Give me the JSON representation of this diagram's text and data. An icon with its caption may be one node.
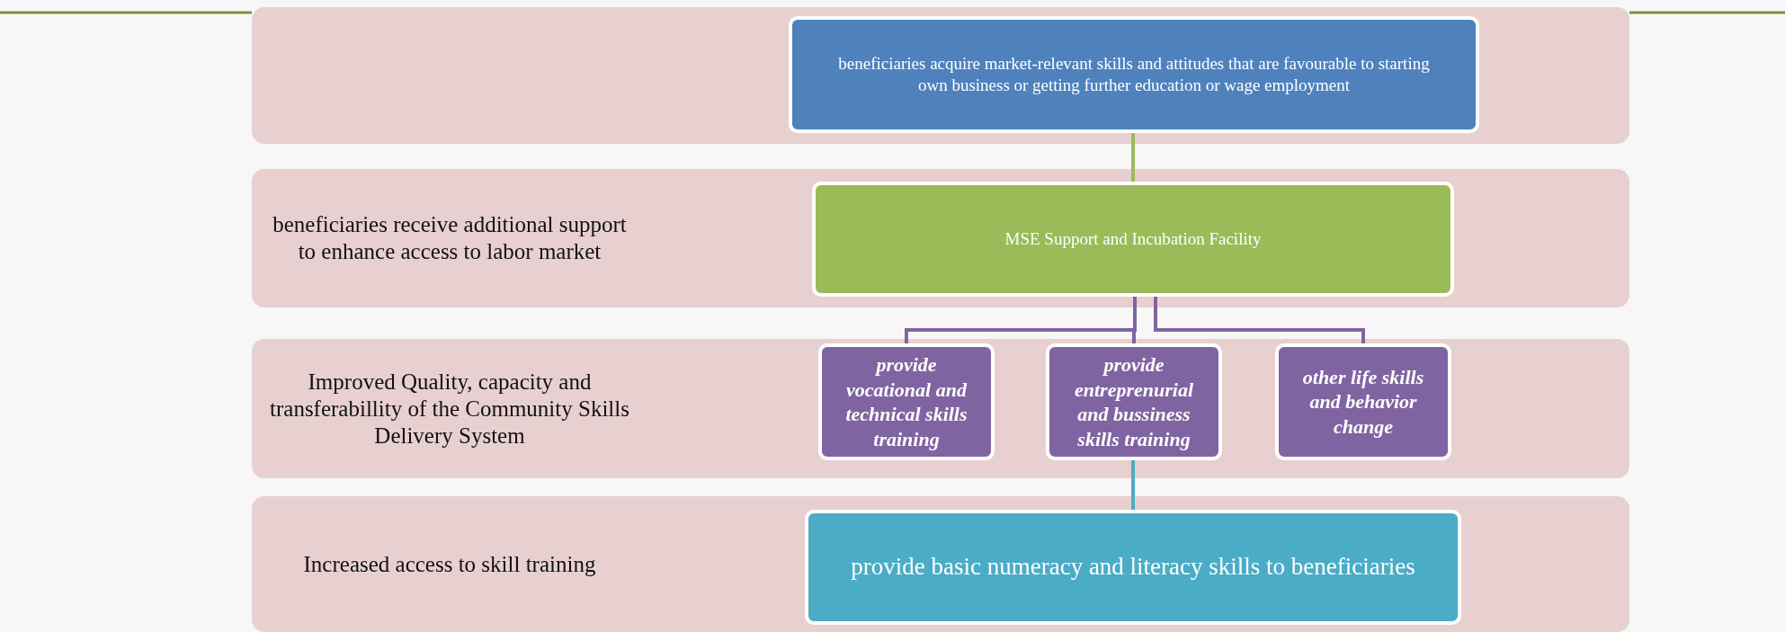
{
  "diagram": {
    "nodes": [
      {
        "text": [],
        "shape": "box"
      },
      {
        "text": [
          "beneficiaries acquire market-relevant skills and attitudes that are favourable to starting own business or getting further education or wage employment"
        ],
        "in": 0
      },
      {
        "text": [
          "beneficiaries receive additional support to enhance access to labor market"
        ]
      },
      {
        "text": [
          "MSE Support and Incubation Facility"
        ],
        "in": 2
      },
      {
        "text": [
          "Improved Quality, capacity and transferabillity of the Community Skills Delivery System"
        ]
      },
      {
        "text": [
          "provide vocational and technical skills training"
        ],
        "in": 4
      },
      {
        "text": [
          "provide entreprenurial and bussiness skills training"
        ],
        "in": 4
      },
      {
        "text": [
          "other life skills and behavior change"
        ],
        "in": 4
      },
      {
        "text": [
          "Increased access to skill training"
        ]
      },
      {
        "text": [
          "provide basic numeracy and literacy skills to beneficiaries"
        ],
        "in": 8
      }
    ],
    "edges": [
      {
        "from": 1,
        "to": 3,
        "arrow": "none",
        "color": "#9bbb59"
      },
      {
        "from": 3,
        "to": 5,
        "arrow": "none"
      },
      {
        "from": 3,
        "to": 6,
        "arrow": "none"
      },
      {
        "from": 3,
        "to": 7,
        "arrow": "none"
      },
      {
        "from": 6,
        "to": 9,
        "arrow": "none",
        "color": "#4bacc6"
      }
    ]
  }
}
